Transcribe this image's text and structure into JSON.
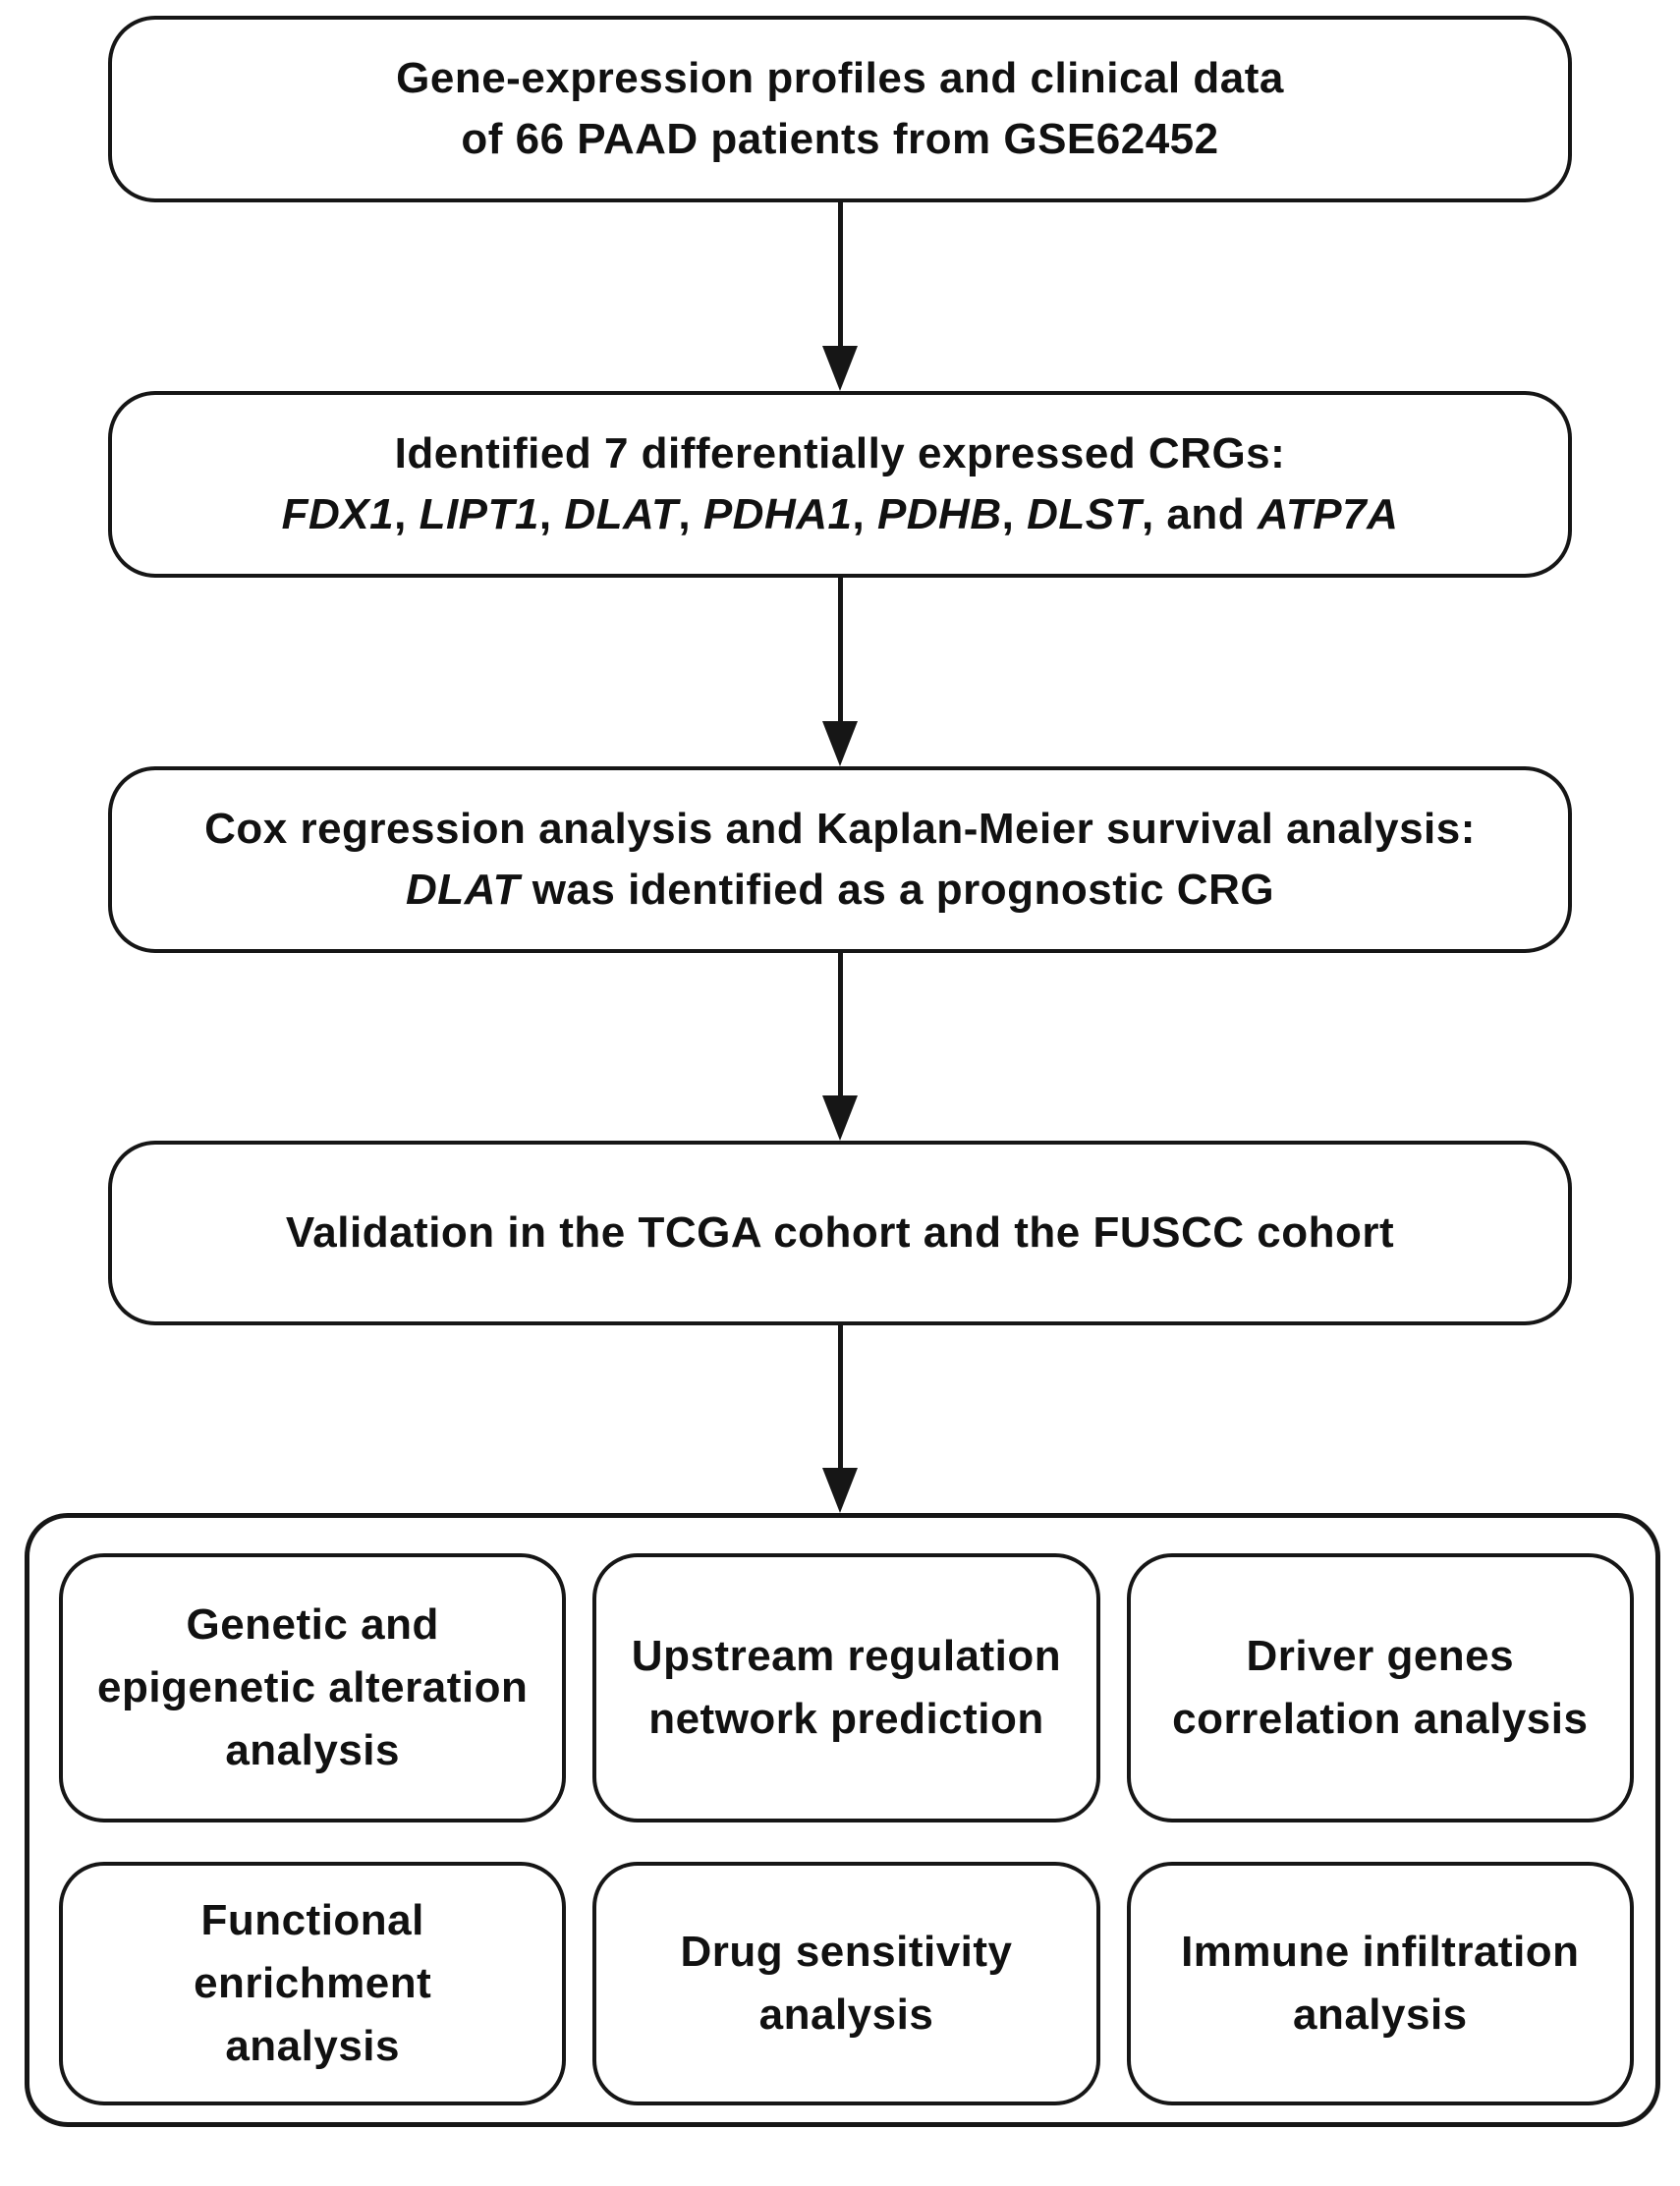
{
  "figure": {
    "background": "#ffffff",
    "line_color": "#161616",
    "text_color": "#111111"
  },
  "flow_boxes": [
    {
      "id": "gene-expression-source",
      "lines": [
        [
          {
            "t": "Gene-expression profiles and clinical data"
          }
        ],
        [
          {
            "t": "of 66 PAAD patients from GSE62452"
          }
        ]
      ]
    },
    {
      "id": "identified-crgs",
      "lines": [
        [
          {
            "t": "Identified 7 differentially expressed CRGs:"
          }
        ],
        [
          {
            "t": "FDX1",
            "it": true
          },
          {
            "t": ", "
          },
          {
            "t": "LIPT1",
            "it": true
          },
          {
            "t": ", "
          },
          {
            "t": "DLAT",
            "it": true
          },
          {
            "t": ", "
          },
          {
            "t": "PDHA1",
            "it": true
          },
          {
            "t": ", "
          },
          {
            "t": "PDHB",
            "it": true
          },
          {
            "t": ", "
          },
          {
            "t": "DLST",
            "it": true
          },
          {
            "t": ", and "
          },
          {
            "t": "ATP7A",
            "it": true
          }
        ]
      ]
    },
    {
      "id": "cox-km-analysis",
      "lines": [
        [
          {
            "t": "Cox regression analysis and Kaplan-Meier survival analysis:"
          }
        ],
        [
          {
            "t": "DLAT",
            "it": true
          },
          {
            "t": " was identified as a prognostic CRG"
          }
        ]
      ]
    },
    {
      "id": "validation",
      "lines": [
        [
          {
            "t": "Validation in the TCGA cohort  and the FUSCC cohort"
          }
        ]
      ]
    }
  ],
  "analysis_panel": {
    "boxes": [
      {
        "id": "genetic-epigenetic",
        "lines": [
          [
            {
              "t": "Genetic and"
            }
          ],
          [
            {
              "t": "epigenetic alteration"
            }
          ],
          [
            {
              "t": "analysis"
            }
          ]
        ]
      },
      {
        "id": "upstream-network",
        "lines": [
          [
            {
              "t": "Upstream regulation"
            }
          ],
          [
            {
              "t": "network prediction"
            }
          ]
        ]
      },
      {
        "id": "driver-genes",
        "lines": [
          [
            {
              "t": "Driver genes"
            }
          ],
          [
            {
              "t": "correlation analysis"
            }
          ]
        ]
      },
      {
        "id": "functional-enrichment",
        "lines": [
          [
            {
              "t": "Functional"
            }
          ],
          [
            {
              "t": "enrichment"
            }
          ],
          [
            {
              "t": "analysis"
            }
          ]
        ]
      },
      {
        "id": "drug-sensitivity",
        "lines": [
          [
            {
              "t": "Drug sensitivity"
            }
          ],
          [
            {
              "t": "analysis"
            }
          ]
        ]
      },
      {
        "id": "immune-infiltration",
        "lines": [
          [
            {
              "t": "Immune infiltration"
            }
          ],
          [
            {
              "t": "analysis"
            }
          ]
        ]
      }
    ]
  }
}
